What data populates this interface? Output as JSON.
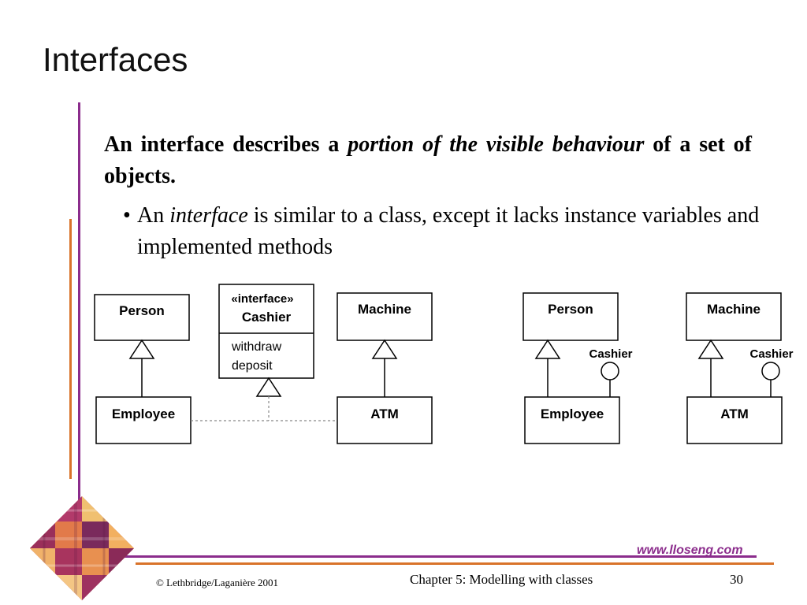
{
  "slide": {
    "title": "Interfaces",
    "statement_part1": "An interface describes a ",
    "statement_em": "portion of the visible behaviour",
    "statement_part2": " of a set of objects.",
    "bullet_glyph": "•",
    "bullet_part1": "An ",
    "bullet_em": "interface",
    "bullet_part2": " is similar to a class, except it lacks instance variables and implemented methods"
  },
  "diagram_left": {
    "person": "Person",
    "interface_stereotype": "«interface»",
    "interface_name": "Cashier",
    "op_withdraw": "withdraw",
    "op_deposit": "deposit",
    "machine": "Machine",
    "employee": "Employee",
    "atm": "ATM"
  },
  "diagram_right": {
    "person": "Person",
    "machine": "Machine",
    "cashier_1": "Cashier",
    "cashier_2": "Cashier",
    "employee": "Employee",
    "atm": "ATM"
  },
  "footer": {
    "website": "www.lloseng.com",
    "copyright": "© Lethbridge/Laganière 2001",
    "chapter": "Chapter 5: Modelling with classes",
    "page": "30"
  },
  "colors": {
    "purple_accent": "#8b2c8c",
    "orange_accent": "#d9732a"
  }
}
